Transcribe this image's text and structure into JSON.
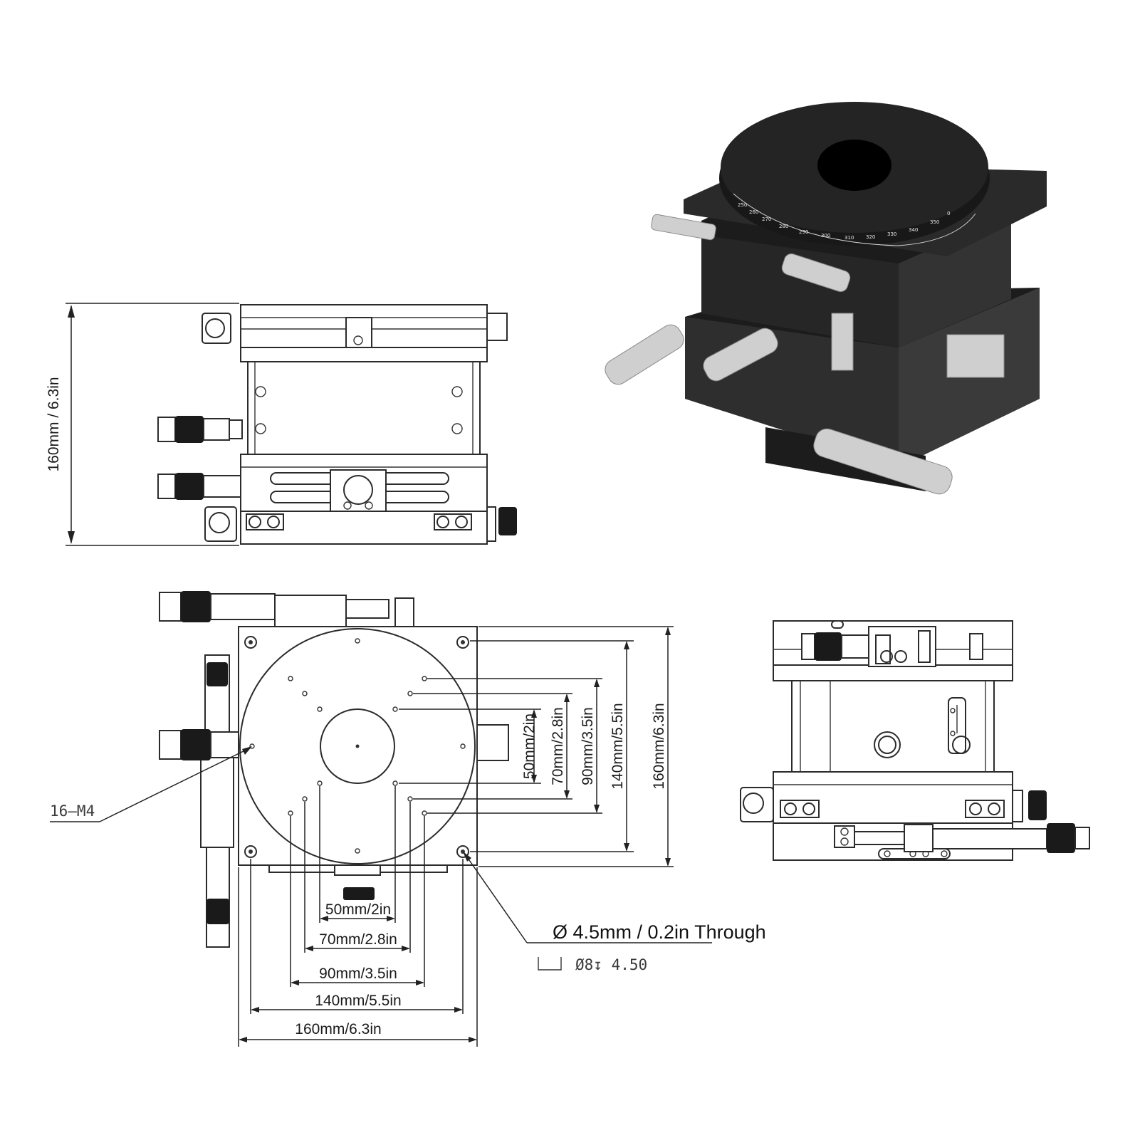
{
  "side_view": {
    "height_label": "160mm / 6.3in"
  },
  "top_view": {
    "vertical_dims": [
      "50mm/2in",
      "70mm/2.8in",
      "90mm/3.5in",
      "140mm/5.5in",
      "160mm/6.3in"
    ],
    "horizontal_dims": [
      "50mm/2in",
      "70mm/2.8in",
      "90mm/3.5in",
      "140mm/5.5in",
      "160mm/6.3in"
    ],
    "thread_callout": "16—M4",
    "through_hole_callout": "Ø 4.5mm / 0.2in Through",
    "counterbore_callout": "Ø8↧ 4.50"
  },
  "photo": {
    "scale_numbers": [
      "250",
      "260",
      "270",
      "280",
      "290",
      "300",
      "310",
      "320",
      "330",
      "340",
      "350",
      "0"
    ]
  }
}
